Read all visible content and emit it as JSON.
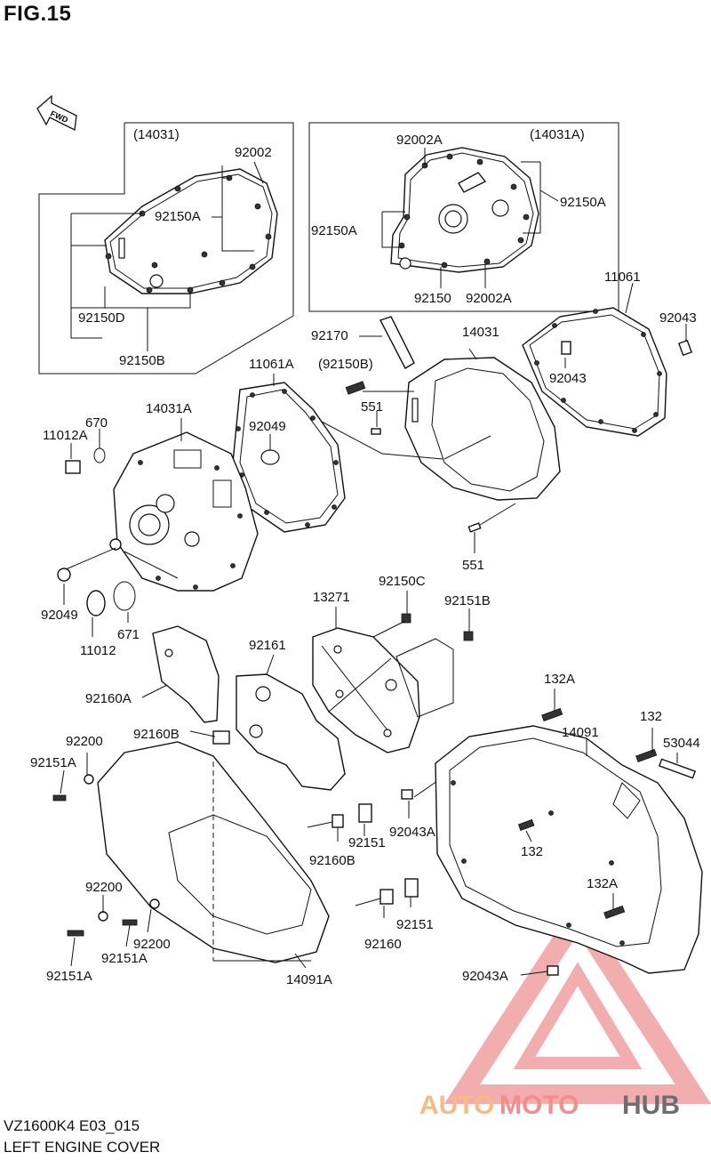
{
  "figure": {
    "title": "FIG.15"
  },
  "fwd_arrow": {
    "label": "FWD"
  },
  "footer": {
    "model_code": "VZ1600K4 E03_015",
    "description": "LEFT ENGINE COVER"
  },
  "watermark": {
    "text": "AUTOMOTOHUB",
    "colors": {
      "triangle": "#f0a0a0",
      "auto": "#f5b070",
      "moto": "#f07b7b",
      "hub": "#555555"
    }
  },
  "callouts": {
    "c14031_box": "(14031)",
    "c92002": "92002",
    "c92150A_left": "92150A",
    "c92150D": "92150D",
    "c92150B": "92150B",
    "c14031A_box": "(14031A)",
    "c92002A_top": "92002A",
    "c92150A_right": "92150A",
    "c92150A_mid": "92150A",
    "c92150": "92150",
    "c92002A_bot": "92002A",
    "c11061_top": "11061",
    "c92043_top": "92043",
    "c92043_mid": "92043",
    "c92170": "92170",
    "c14031": "14031",
    "c92150B_paren": "(92150B)",
    "c11061A": "11061A",
    "c551_top": "551",
    "c551_bot": "551",
    "c14031A": "14031A",
    "c670": "670",
    "c11012A": "11012A",
    "c92049_top": "92049",
    "c92049_bot": "92049",
    "c11012": "11012",
    "c671": "671",
    "c92150C": "92150C",
    "c13271": "13271",
    "c92151B": "92151B",
    "c92161": "92161",
    "c92160A": "92160A",
    "c132A_top": "132A",
    "c132_top": "132",
    "c14091": "14091",
    "c53044": "53044",
    "c92200_top": "92200",
    "c92160B_top": "92160B",
    "c92151A_top": "92151A",
    "c92043A_mid": "92043A",
    "c92151_mid": "92151",
    "c92160B_mid": "92160B",
    "c132_mid": "132",
    "c92200_mid": "92200",
    "c132A_mid": "132A",
    "c92151_low": "92151",
    "c92160": "92160",
    "c92151A_mid": "92151A",
    "c92200_low": "92200",
    "c92151A_bot": "92151A",
    "c14091A": "14091A",
    "c92043A_bot": "92043A"
  }
}
